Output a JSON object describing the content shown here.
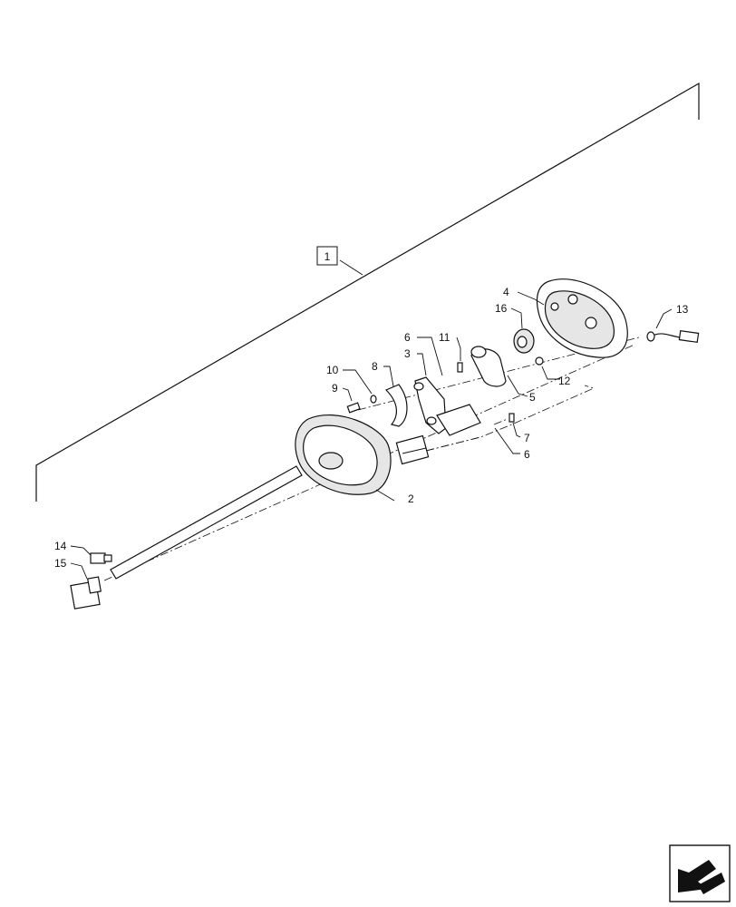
{
  "labels": {
    "assembly": "1",
    "p2": "2",
    "p3": "3",
    "p4": "4",
    "p5": "5",
    "p6a": "6",
    "p6b": "6",
    "p7": "7",
    "p8": "8",
    "p9": "9",
    "p10": "10",
    "p11": "11",
    "p12": "12",
    "p13": "13",
    "p14": "14",
    "p15": "15",
    "p16": "16"
  },
  "icons": {
    "nav": "next-page-arrow-icon"
  }
}
